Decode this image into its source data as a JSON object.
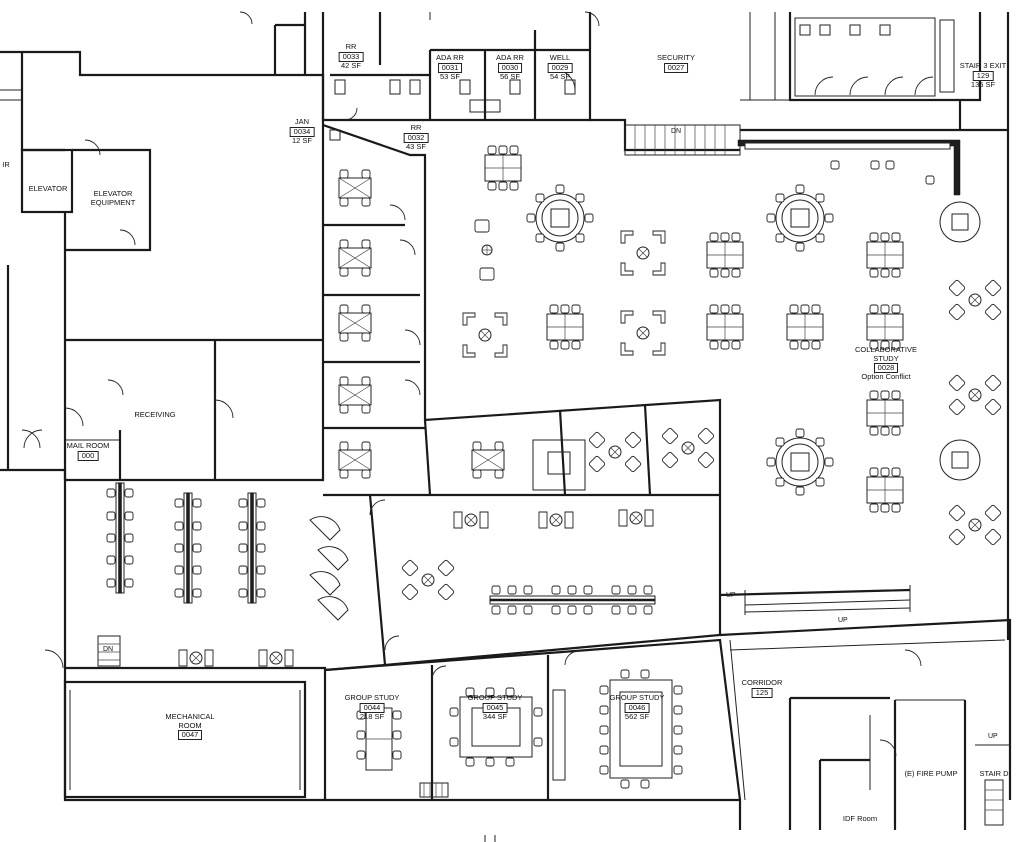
{
  "rooms": [
    {
      "id": "rr-0033",
      "name": "RR",
      "number": "0033",
      "area": "42 SF"
    },
    {
      "id": "ada-rr-0031",
      "name": "ADA RR",
      "number": "0031",
      "area": "53 SF"
    },
    {
      "id": "ada-rr-0030",
      "name": "ADA RR",
      "number": "0030",
      "area": "56 SF"
    },
    {
      "id": "wellness-0029",
      "name": "WELL",
      "number": "0029",
      "area": "54 SF"
    },
    {
      "id": "security-0027",
      "name": "SECURITY",
      "number": "0027",
      "area": ""
    },
    {
      "id": "stair3-exit",
      "name": "STAIR 3 EXIT",
      "number": "129",
      "area": "135 SF"
    },
    {
      "id": "jan-0034",
      "name": "JAN",
      "number": "0034",
      "area": "12 SF"
    },
    {
      "id": "rr-0032",
      "name": "RR",
      "number": "0032",
      "area": "43 SF"
    },
    {
      "id": "elevator",
      "name": "ELEVATOR",
      "number": "",
      "area": ""
    },
    {
      "id": "elevator-equipment",
      "name": "ELEVATOR EQUIPMENT",
      "number": "",
      "area": ""
    },
    {
      "id": "ir",
      "name": "IR",
      "number": "",
      "area": ""
    },
    {
      "id": "receiving",
      "name": "RECEIVING",
      "number": "",
      "area": ""
    },
    {
      "id": "mail-room",
      "name": "MAIL ROOM",
      "number": "000",
      "area": ""
    },
    {
      "id": "collaborative-study",
      "name": "COLLABORATIVE STUDY",
      "number": "0028",
      "area": "",
      "note": "Option Conflict"
    },
    {
      "id": "mechanical-room",
      "name": "MECHANICAL ROOM",
      "number": "0047",
      "area": ""
    },
    {
      "id": "group-study-a",
      "name": "GROUP STUDY",
      "number": "0044",
      "area": "218 SF"
    },
    {
      "id": "group-study-b",
      "name": "GROUP STUDY",
      "number": "0045",
      "area": "344 SF"
    },
    {
      "id": "group-study-c",
      "name": "GROUP STUDY",
      "number": "0046",
      "area": "562 SF"
    },
    {
      "id": "corridor",
      "name": "CORRIDOR",
      "number": "125",
      "area": ""
    },
    {
      "id": "fire-pump",
      "name": "(E) FIRE PUMP",
      "number": "",
      "area": ""
    },
    {
      "id": "stair-d",
      "name": "STAIR D",
      "number": "",
      "area": ""
    },
    {
      "id": "idf-room",
      "name": "IDF Room",
      "number": "",
      "area": ""
    }
  ],
  "tags": {
    "dn_top": "DN",
    "dn_left": "DN",
    "up_ramp_small": "UP",
    "up_ramp": "UP",
    "up_right": "UP"
  }
}
